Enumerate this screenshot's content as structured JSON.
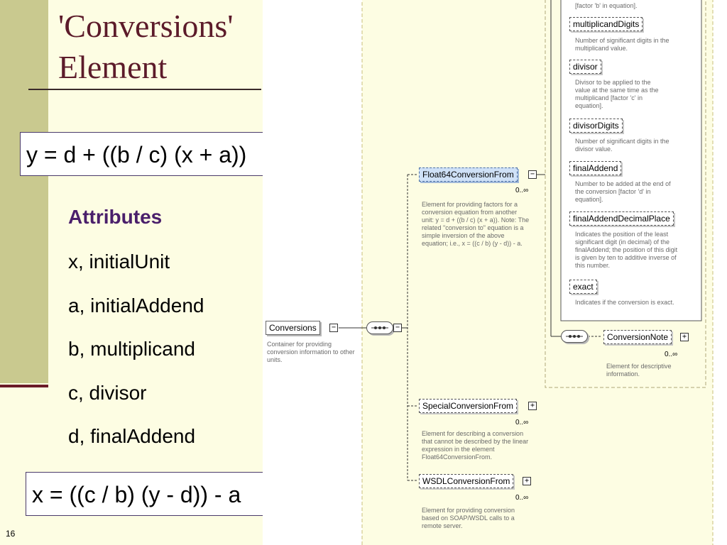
{
  "slide": {
    "title": "'Conversions'\nElement",
    "equation_forward": "y = d + ((b / c) (x + a))",
    "equation_inverse": "x = ((c / b) (y - d)) - a",
    "attributes_heading": "Attributes",
    "attributes": [
      "x, initialUnit",
      "a, initialAddend",
      "b, multiplicand",
      "c, divisor",
      "d, finalAddend"
    ],
    "page_number": "16",
    "colors": {
      "left_bar": "#c9c98f",
      "title": "#5c1b2a",
      "heading": "#4a1f6b",
      "slide_bg": "#fdfde3"
    }
  },
  "diagram": {
    "root": {
      "label": "Conversions",
      "expander": "−",
      "desc": "Container for providing conversion information to other units."
    },
    "top_partial_desc": "[factor 'b' in equation].",
    "attrs": [
      {
        "label": "multiplicandDigits",
        "desc": "Number of significant digits in the multiplicand value."
      },
      {
        "label": "divisor",
        "desc": "Divisor to be applied to the value at the same time as the multiplicand [factor 'c' in equation]."
      },
      {
        "label": "divisorDigits",
        "desc": "Number of significant digits in the divisor value."
      },
      {
        "label": "finalAddend",
        "desc": "Number to be added at the end of the conversion [factor 'd' in equation]."
      },
      {
        "label": "finalAddendDecimalPlace",
        "desc": "Indicates the position of the least significant digit (in decimal) of the finalAddend; the position of this digit is given by ten to additive inverse of this number."
      },
      {
        "label": "exact",
        "desc": "Indicates if the conversion is exact."
      }
    ],
    "children": [
      {
        "label": "Float64ConversionFrom",
        "expander": "−",
        "multiplicity": "0..∞",
        "desc": "Element for providing factors for a conversion equation from another unit: y = d + ((b / c) (x + a)). Note: The related \"conversion to\" equation is a simple inversion of the above equation; i.e., x = ((c / b) (y - d)) - a."
      },
      {
        "label": "SpecialConversionFrom",
        "expander": "+",
        "multiplicity": "0..∞",
        "desc": "Element for describing a conversion that cannot be described by the linear expression in the element Float64ConversionFrom."
      },
      {
        "label": "WSDLConversionFrom",
        "expander": "+",
        "multiplicity": "0..∞",
        "desc": "Element for providing conversion based on SOAP/WSDL calls to a remote server."
      }
    ],
    "note": {
      "label": "ConversionNote",
      "expander": "+",
      "multiplicity": "0..∞",
      "desc": "Element for descriptive information."
    }
  }
}
